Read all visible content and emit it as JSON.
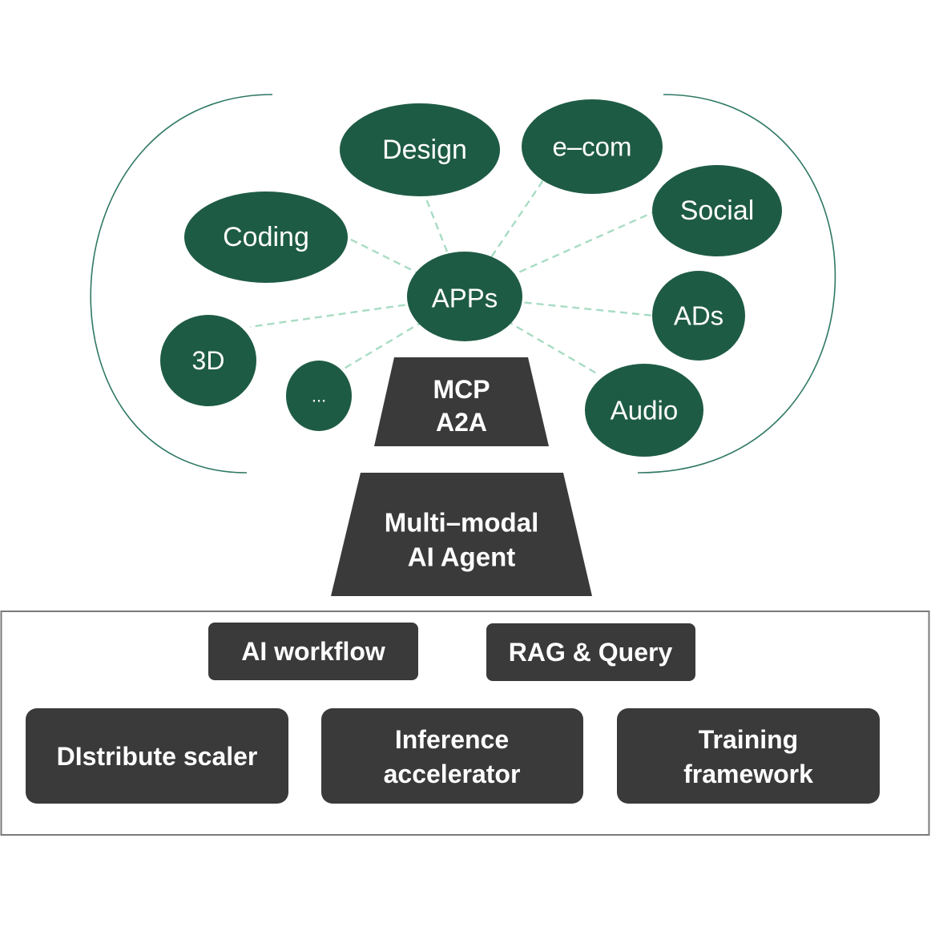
{
  "colors": {
    "app_fill": "#1e5b45",
    "connector": "#a8dcc3",
    "bracket": "#2f7865",
    "block_fill": "#3a3a3a",
    "platform_border": "#7a7a7a"
  },
  "apps_hub": {
    "label": "APPs"
  },
  "app_nodes": [
    {
      "id": "design",
      "label": "Design"
    },
    {
      "id": "ecom",
      "label": "e–com"
    },
    {
      "id": "social",
      "label": "Social"
    },
    {
      "id": "coding",
      "label": "Coding"
    },
    {
      "id": "ads",
      "label": "ADs"
    },
    {
      "id": "3d",
      "label": "3D"
    },
    {
      "id": "more",
      "label": "..."
    },
    {
      "id": "audio",
      "label": "Audio"
    }
  ],
  "protocol_layer": {
    "lines": [
      "MCP",
      "A2A"
    ]
  },
  "agent_layer": {
    "lines": [
      "Multi–modal",
      "AI Agent"
    ]
  },
  "platform_top": [
    {
      "id": "ai-workflow",
      "lines": [
        "AI workflow"
      ]
    },
    {
      "id": "rag-query",
      "lines": [
        "RAG & Query"
      ]
    }
  ],
  "platform_bottom": [
    {
      "id": "distribute-scaler",
      "lines": [
        "DIstribute scaler"
      ]
    },
    {
      "id": "inference-accelerator",
      "lines": [
        "Inference",
        "accelerator"
      ]
    },
    {
      "id": "training-framework",
      "lines": [
        "Training",
        "framework"
      ]
    }
  ]
}
